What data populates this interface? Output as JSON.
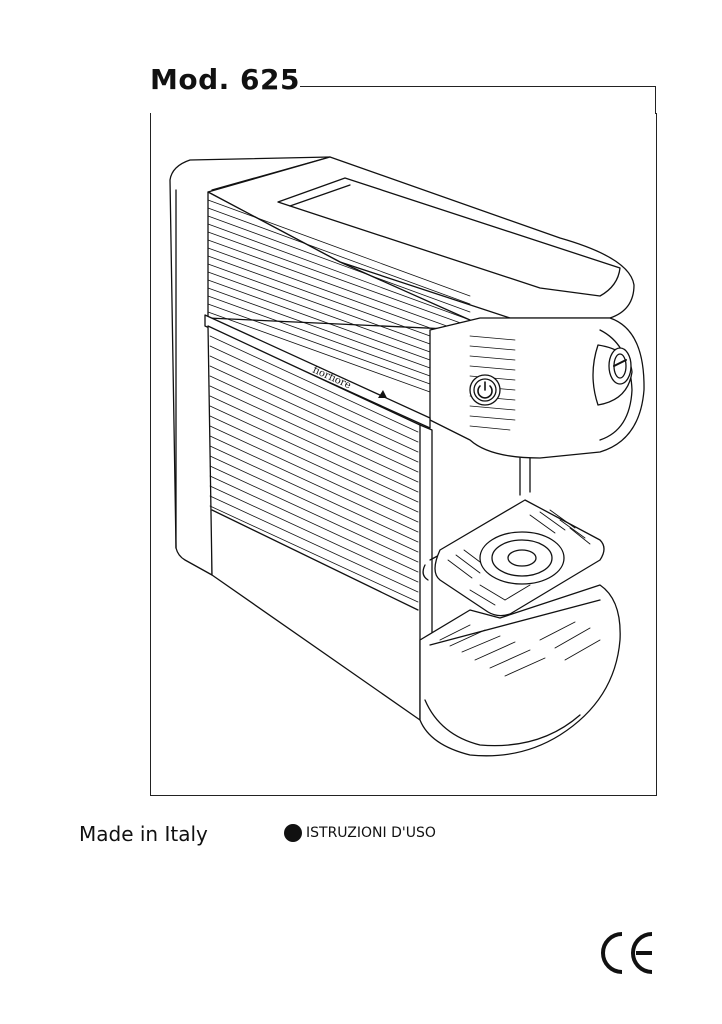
{
  "document": {
    "model_title": "Mod. 625",
    "brand_text": "fiorfiore",
    "made_in": "Made in Italy",
    "language_label": "ISTRUZIONI D'USO",
    "certification_mark": "CE"
  },
  "icons": {
    "power": "power-icon",
    "language_marker": "filled-circle-icon",
    "certification": "ce-mark-icon"
  },
  "colors": {
    "line": "#111111",
    "background": "#ffffff"
  }
}
